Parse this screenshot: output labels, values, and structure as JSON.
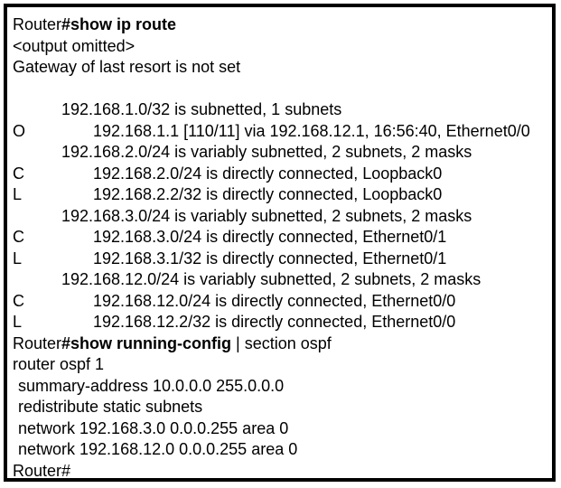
{
  "colors": {
    "background": "#ffffff",
    "text": "#000000",
    "border": "#000000"
  },
  "terminal": {
    "command1": {
      "prefix": "Router",
      "bold": "#show ip route"
    },
    "output_omitted": "<output omitted>",
    "gateway_line": "Gateway of last resort is not set",
    "route_table": [
      {
        "type": "header",
        "text": "192.168.1.0/32 is subnetted, 1 subnets"
      },
      {
        "type": "route",
        "code": "O",
        "text": "192.168.1.1 [110/11] via 192.168.12.1, 16:56:40, Ethernet0/0"
      },
      {
        "type": "header",
        "text": "192.168.2.0/24 is variably subnetted, 2 subnets, 2 masks"
      },
      {
        "type": "route",
        "code": "C",
        "text": "192.168.2.0/24 is directly connected, Loopback0"
      },
      {
        "type": "route",
        "code": "L",
        "text": "192.168.2.2/32 is directly connected, Loopback0"
      },
      {
        "type": "header",
        "text": "192.168.3.0/24 is variably subnetted, 2 subnets, 2 masks"
      },
      {
        "type": "route",
        "code": "C",
        "text": "192.168.3.0/24 is directly connected, Ethernet0/1"
      },
      {
        "type": "route",
        "code": "L",
        "text": "192.168.3.1/32 is directly connected, Ethernet0/1"
      },
      {
        "type": "header",
        "text": "192.168.12.0/24 is variably subnetted, 2 subnets, 2 masks"
      },
      {
        "type": "route",
        "code": "C",
        "text": "192.168.12.0/24 is directly connected, Ethernet0/0"
      },
      {
        "type": "route",
        "code": "L",
        "text": "192.168.12.2/32 is directly connected, Ethernet0/0"
      }
    ],
    "command2": {
      "prefix": "Router",
      "bold": "#show running-config",
      "suffix": " | section ospf"
    },
    "config_lines": [
      "router ospf 1",
      "summary-address 10.0.0.0 255.0.0.0",
      "redistribute static subnets",
      "network 192.168.3.0 0.0.0.255 area 0",
      "network 192.168.12.0 0.0.0.255 area 0"
    ],
    "final_prompt": "Router#"
  }
}
